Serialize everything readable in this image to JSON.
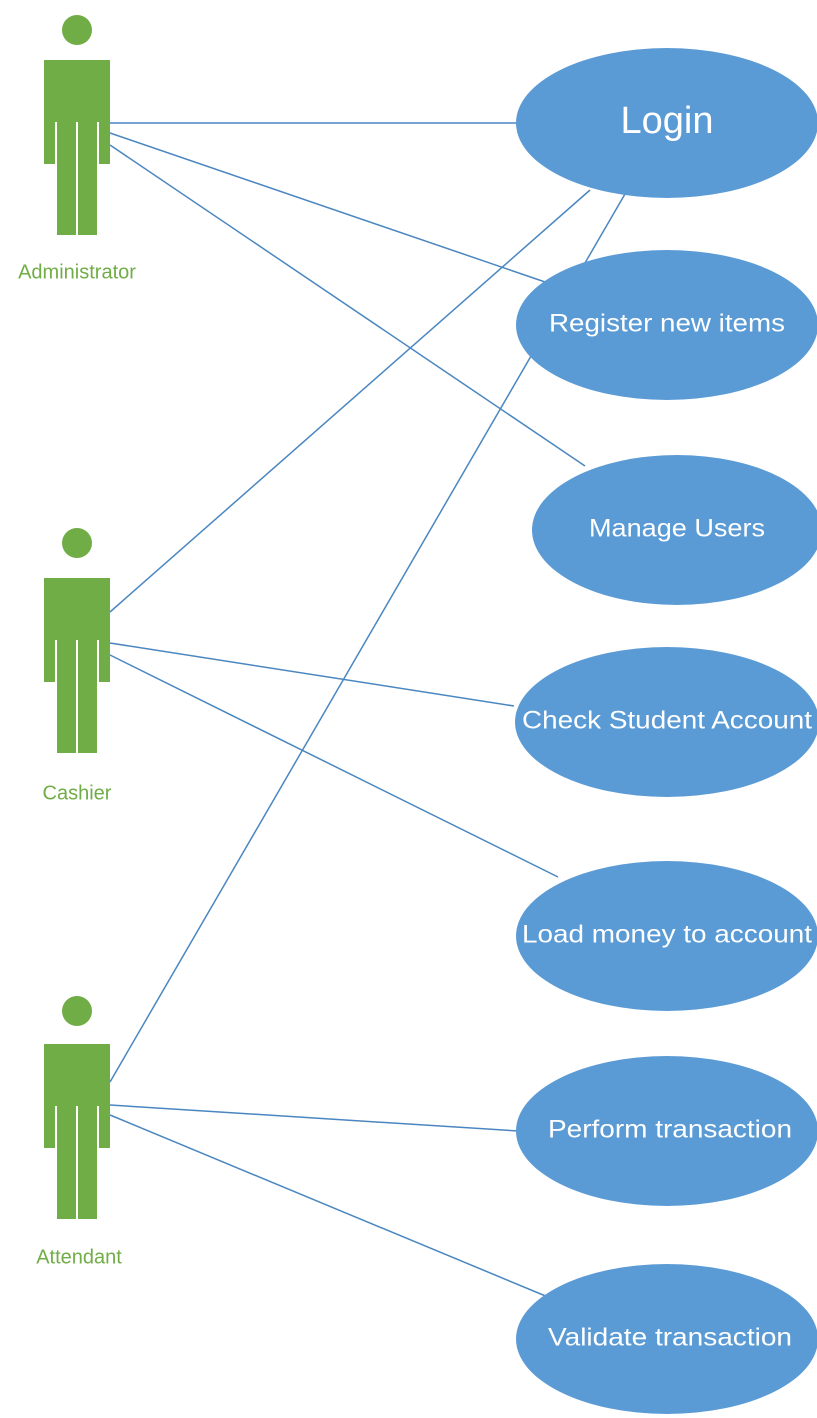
{
  "diagram": {
    "type": "use-case",
    "actors": [
      {
        "id": "administrator",
        "label": "Administrator"
      },
      {
        "id": "cashier",
        "label": "Cashier"
      },
      {
        "id": "attendant",
        "label": "Attendant"
      }
    ],
    "use_cases": [
      {
        "id": "login",
        "label": "Login"
      },
      {
        "id": "register-new-items",
        "label": "Register new items"
      },
      {
        "id": "manage-users",
        "label": "Manage Users"
      },
      {
        "id": "check-student-account",
        "label": "Check Student Account"
      },
      {
        "id": "load-money-to-account",
        "label": "Load money to account"
      },
      {
        "id": "perform-transaction",
        "label": "Perform transaction"
      },
      {
        "id": "validate-transaction",
        "label": "Validate transaction"
      }
    ],
    "associations": [
      {
        "actor": "administrator",
        "use_case": "login"
      },
      {
        "actor": "administrator",
        "use_case": "register-new-items"
      },
      {
        "actor": "administrator",
        "use_case": "manage-users"
      },
      {
        "actor": "cashier",
        "use_case": "login"
      },
      {
        "actor": "cashier",
        "use_case": "check-student-account"
      },
      {
        "actor": "cashier",
        "use_case": "load-money-to-account"
      },
      {
        "actor": "attendant",
        "use_case": "login"
      },
      {
        "actor": "attendant",
        "use_case": "perform-transaction"
      },
      {
        "actor": "attendant",
        "use_case": "validate-transaction"
      }
    ],
    "colors": {
      "actor": "#70ad47",
      "use_case": "#5b9bd5",
      "association": "#4a86c0",
      "use_case_text": "#ffffff"
    }
  }
}
